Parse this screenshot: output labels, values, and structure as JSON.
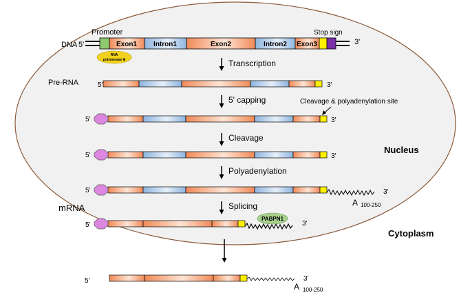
{
  "labels": {
    "dna": "DNA",
    "five_prime": "5'",
    "three_prime": "3'",
    "promoter": "Promoter",
    "stop_sign": "Stop sign",
    "rna_pol_line1": "RNA",
    "rna_pol_line2": "polymerase Ⅲ",
    "pre_rna": "Pre-RNA",
    "mrna": "mRNA",
    "cleavage_site": "Cleavage & polyadenylation site",
    "nucleus": "Nucleus",
    "cytoplasm": "Cytoplasm",
    "pabpn1": "PABPN1",
    "polya_a": "A",
    "polya_range": "100-250"
  },
  "gene_segments": [
    "Exon1",
    "Intron1",
    "Exon2",
    "Intron2",
    "Exon3"
  ],
  "steps": [
    "Transcription",
    "5' capping",
    "Cleavage",
    "Polyadenylation",
    "Splicing"
  ],
  "colors": {
    "exon": "#f3a47e",
    "intron": "#a9c6e6",
    "promoter": "#8fc96f",
    "stop_yellow": "#ffef00",
    "stop_purple": "#7b2fa8",
    "cap": "#dd88e0",
    "rna_pol": "#f2d21e",
    "pabpn1": "#a8d08d",
    "nucleus_fill": "#f1f1f1"
  }
}
